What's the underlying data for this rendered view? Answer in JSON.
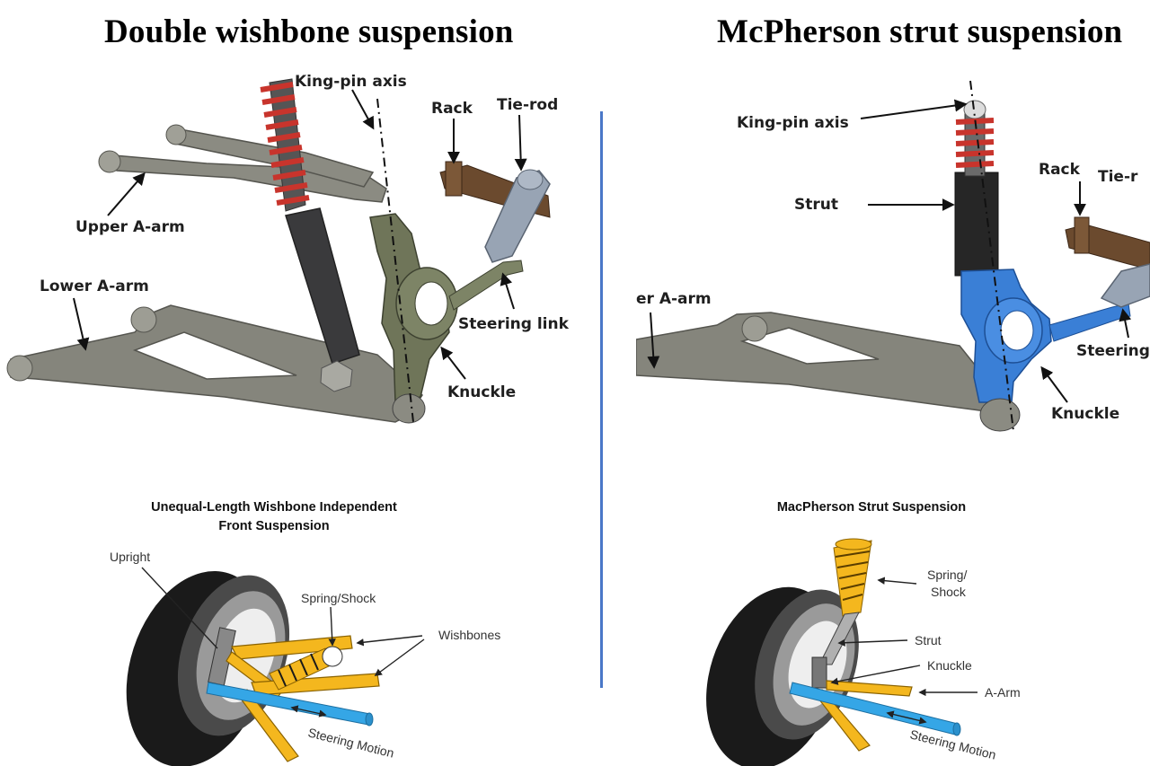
{
  "titles": {
    "left": "Double wishbone suspension",
    "right": "McPherson strut suspension"
  },
  "top_left_labels": {
    "kingpin": "King-pin axis",
    "rack": "Rack",
    "tierod": "Tie-rod",
    "upper": "Upper A-arm",
    "lower": "Lower A-arm",
    "steering": "Steering link",
    "knuckle": "Knuckle"
  },
  "top_right_labels": {
    "kingpin": "King-pin axis",
    "rack": "Rack",
    "tierod": "Tie-r",
    "strut": "Strut",
    "lower": "er A-arm",
    "steering": "Steering",
    "knuckle": "Knuckle"
  },
  "bottom_left": {
    "title_line1": "Unequal-Length Wishbone Independent",
    "title_line2": "Front Suspension",
    "upright": "Upright",
    "spring_shock": "Spring/Shock",
    "wishbones": "Wishbones",
    "steering_motion": "Steering Motion"
  },
  "bottom_right": {
    "title": "MacPherson Strut Suspension",
    "spring_line1": "Spring/",
    "spring_line2": "Shock",
    "strut": "Strut",
    "knuckle": "Knuckle",
    "a_arm": "A-Arm",
    "steering_motion": "Steering Motion"
  },
  "colors": {
    "divider": "#4a78c8",
    "arm_gray": "#85857c",
    "knuckle_green": "#6f7559",
    "knuckle_blue": "#3a7fd6",
    "spring_red": "#c8342c",
    "rack_brown": "#6b4a2e",
    "tierod_gray": "#98a4b4",
    "wishbone_yellow": "#f4b71e",
    "steering_blue": "#35a6e6",
    "tire_black": "#1a1a1a"
  }
}
